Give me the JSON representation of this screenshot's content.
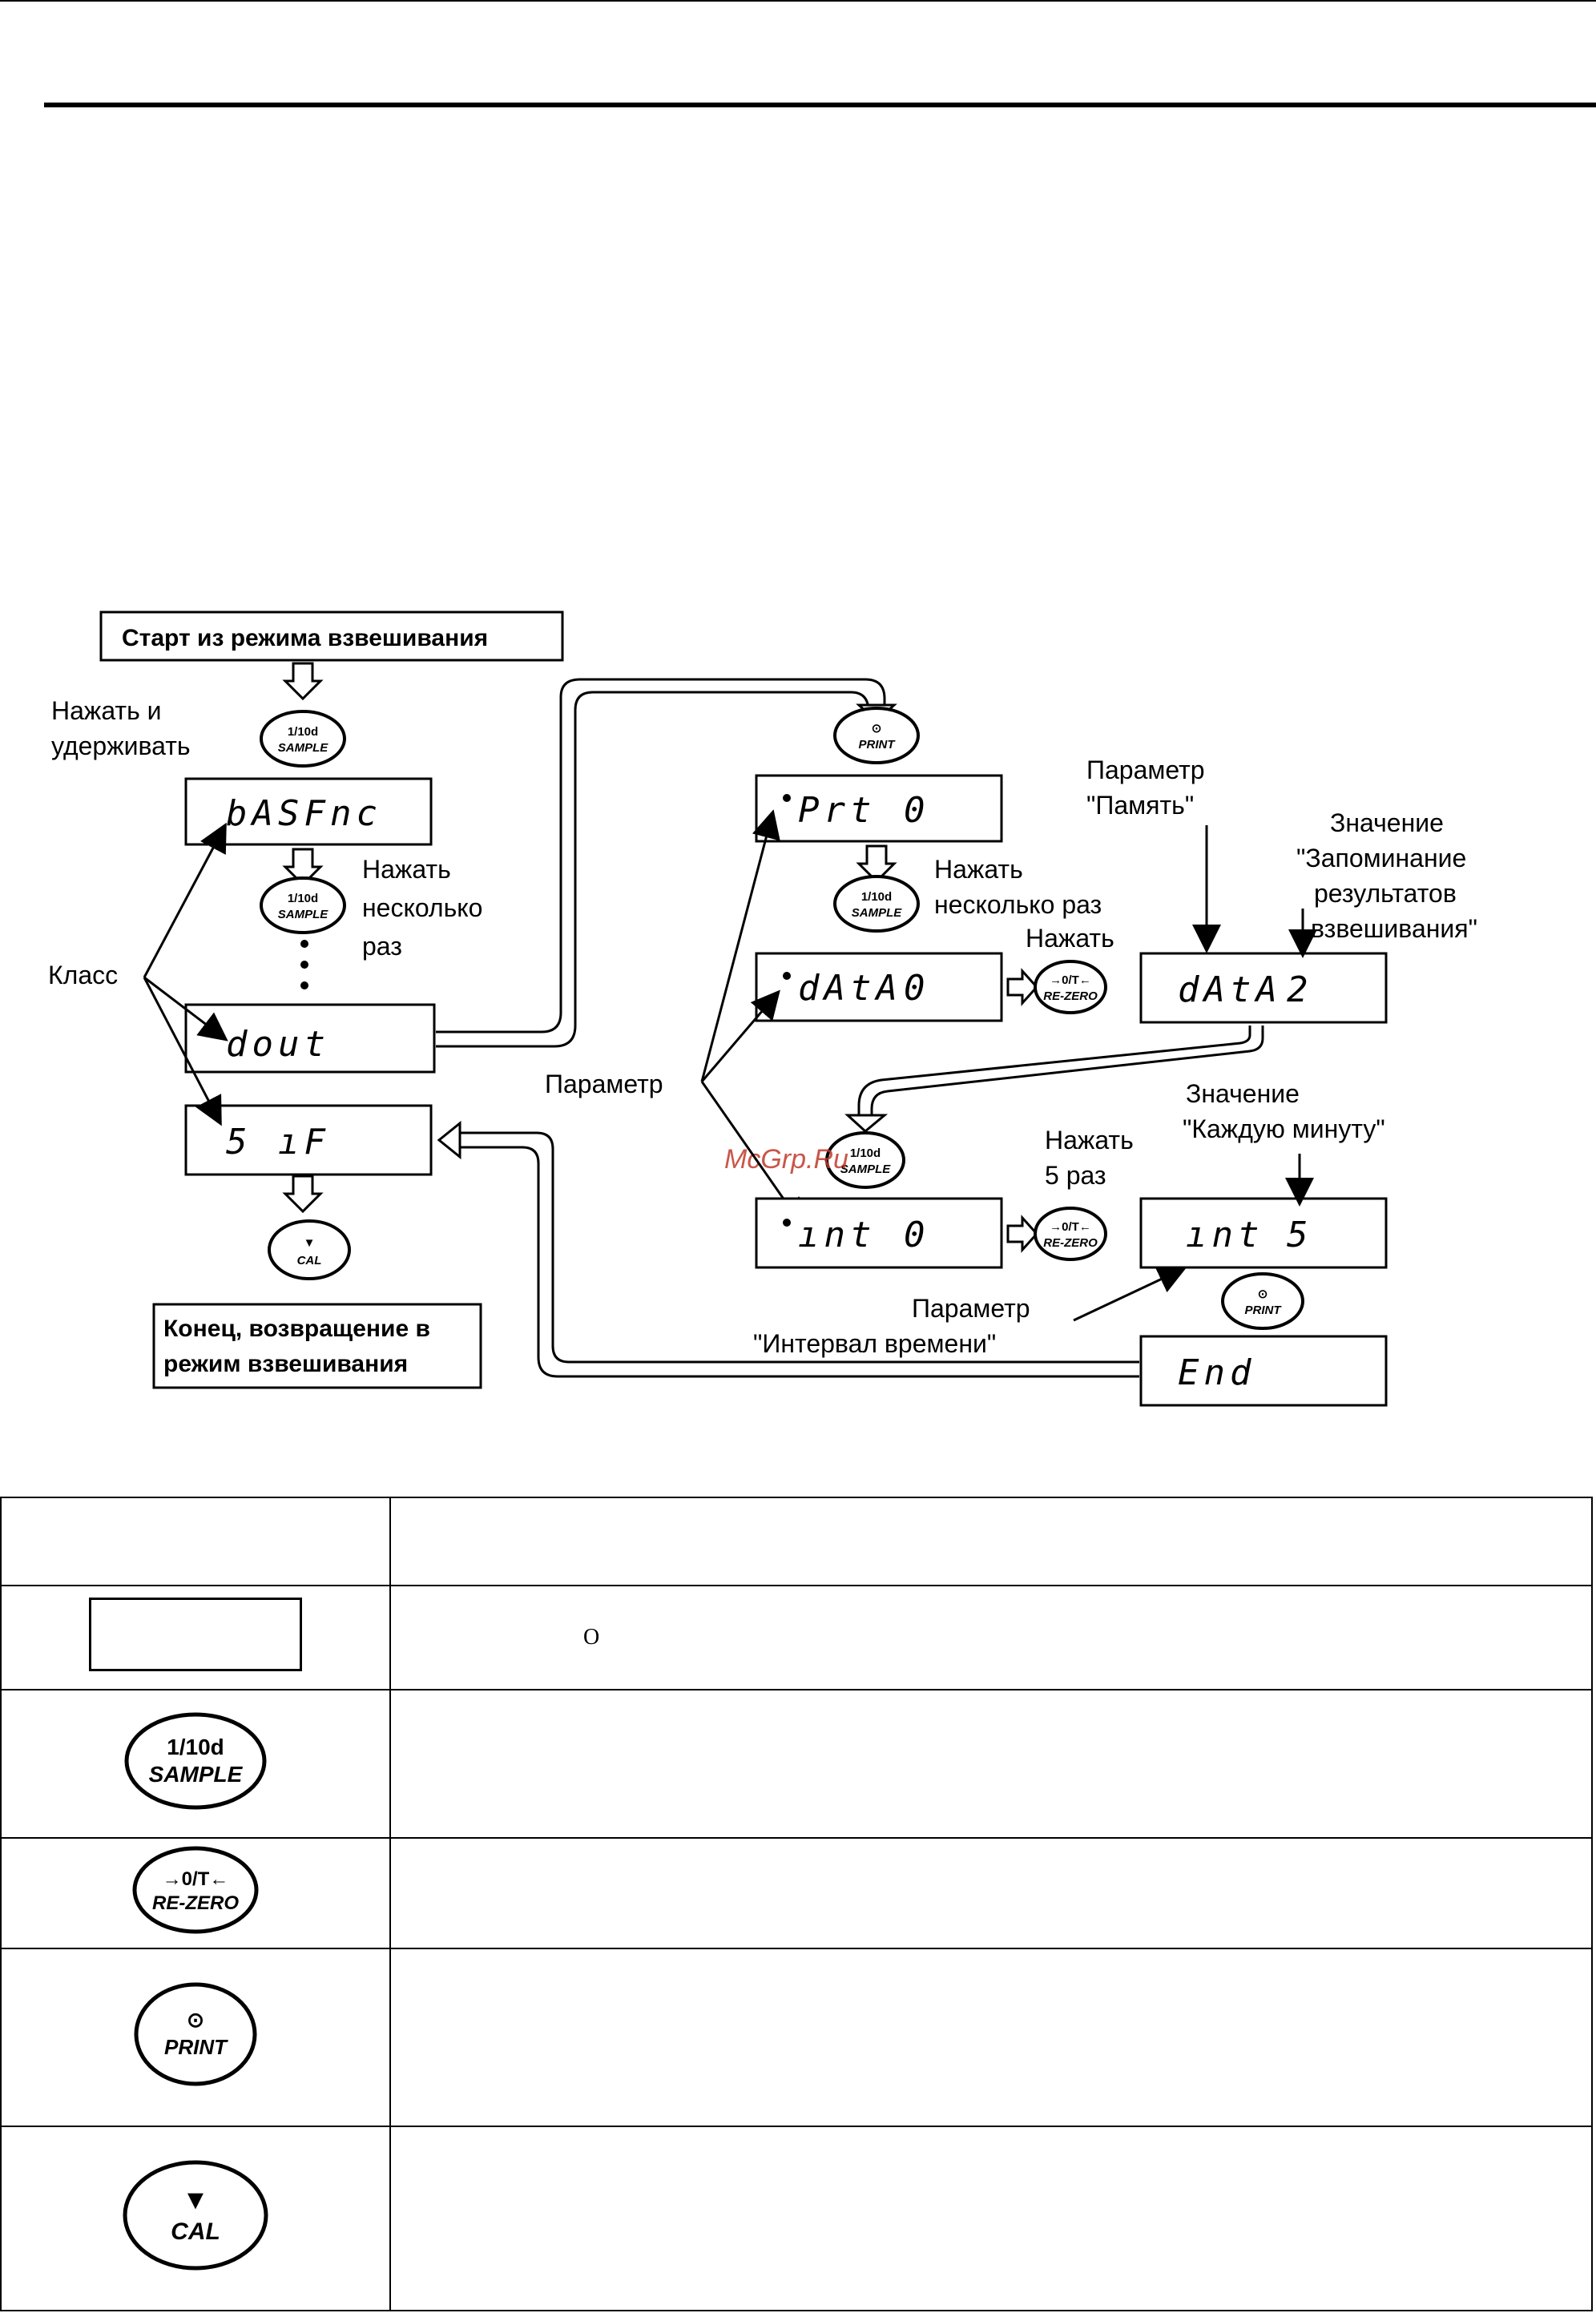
{
  "diagram": {
    "start_box": "Старт из режима взвешивания",
    "press_hold_1": "Нажать и",
    "press_hold_2": "удерживать",
    "press_several_1": "Нажать",
    "press_several_2": "несколько",
    "press_several_3": "раз",
    "class_label": "Класс",
    "parameter_label": "Параметр",
    "param_memory_1": "Параметр",
    "param_memory_2": "\"Память\"",
    "value_store_1": "Значение",
    "value_store_2": "\"Запоминание",
    "value_store_3": "результатов",
    "value_store_4": "взвешивания\"",
    "press_several_right_1": "Нажать",
    "press_several_right_2": "несколько раз",
    "press_label": "Нажать",
    "press5_1": "Нажать",
    "press5_2": "5 раз",
    "value_minute_1": "Значение",
    "value_minute_2": "\"Каждую минуту\"",
    "param_interval_1": "Параметр",
    "param_interval_2": "\"Интервал времени\"",
    "end_box_1": "Конец, возвращение в",
    "end_box_2": "режим взвешивания",
    "displays": {
      "basfnc": "bASFnc",
      "dout": "dout",
      "sif": "5 ıF",
      "prt": "Prt",
      "prt_val": "0",
      "data": "dAtA",
      "data_val": "0",
      "data2": "dAtA",
      "data2_val": "2",
      "int": "ınt",
      "int_val": "0",
      "int2": "ınt",
      "int2_val": "5",
      "end": "End"
    },
    "buttons": {
      "sample_top": "1/10d",
      "sample_bot": "SAMPLE",
      "print_top": "⊙",
      "print_bot": "PRINT",
      "rezero_top": "→0/T←",
      "rezero_bot": "RE-ZERO",
      "cal_top": "▼",
      "cal_bot": "CAL"
    },
    "watermark": "McGrp.Ru"
  },
  "table": {
    "row1_note": "О",
    "sample_top": "1/10d",
    "sample_bot": "SAMPLE",
    "rezero_top": "→0/T←",
    "rezero_bot": "RE-ZERO",
    "print_top": "⊙",
    "print_bot": "PRINT",
    "cal_top": "▼",
    "cal_bot": "CAL"
  }
}
